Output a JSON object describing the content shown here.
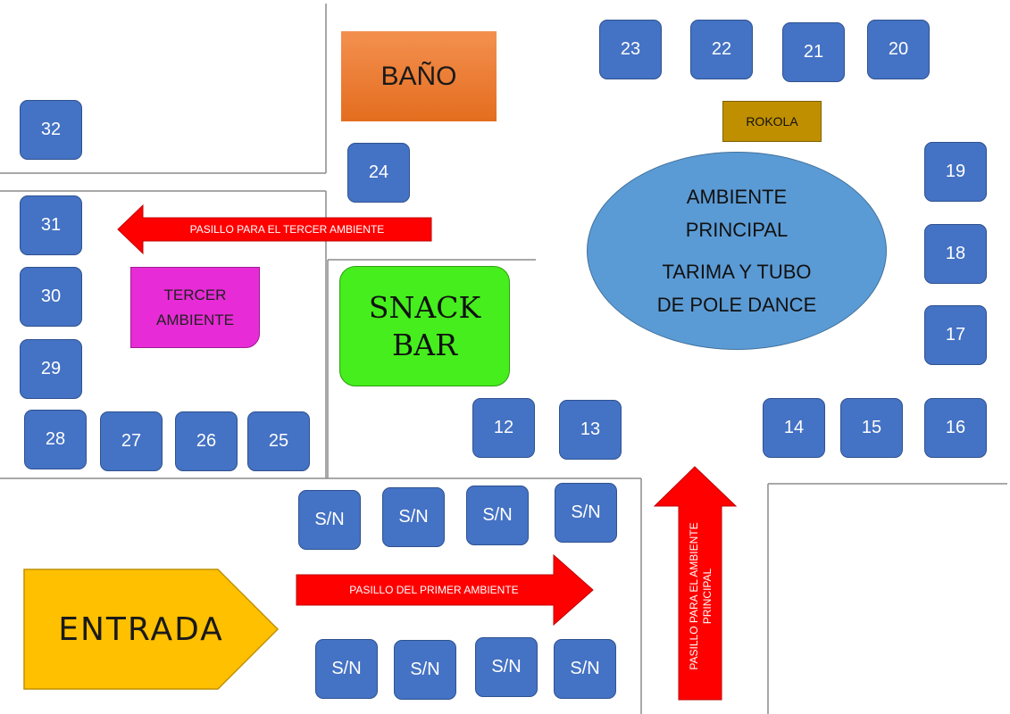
{
  "rooms": {
    "bano": "BAÑO",
    "rokola": "ROKOLA",
    "tercer_ambiente": [
      "TERCER",
      "AMBIENTE"
    ],
    "snack_bar": [
      "SNACK",
      "BAR"
    ],
    "ambiente_principal": [
      "AMBIENTE",
      "PRINCIPAL",
      "TARIMA Y TUBO",
      "DE POLE DANCE"
    ],
    "entrada": "ENTRADA"
  },
  "arrows": {
    "tercer_ambiente": "PASILLO PARA EL TERCER AMBIENTE",
    "primer_ambiente": "PASILLO DEL PRIMER AMBIENTE",
    "ambiente_principal": [
      "PASILLO PARA EL AMBIENTE",
      "PRINCIPAL"
    ]
  },
  "tables": {
    "t12": "12",
    "t13": "13",
    "t14": "14",
    "t15": "15",
    "t16": "16",
    "t17": "17",
    "t18": "18",
    "t19": "19",
    "t20": "20",
    "t21": "21",
    "t22": "22",
    "t23": "23",
    "t24": "24",
    "t25": "25",
    "t26": "26",
    "t27": "27",
    "t28": "28",
    "t29": "29",
    "t30": "30",
    "t31": "31",
    "t32": "32",
    "sn": "S/N"
  },
  "colors": {
    "table": "#4472c4",
    "bano": "#ed7d31",
    "rokola": "#bf8f00",
    "tercer_ambiente": "#e72bd6",
    "snack_bar": "#45ee1c",
    "ambiente_principal": "#5b9bd5",
    "arrow": "#ff0000",
    "entrada": "#ffc000"
  }
}
